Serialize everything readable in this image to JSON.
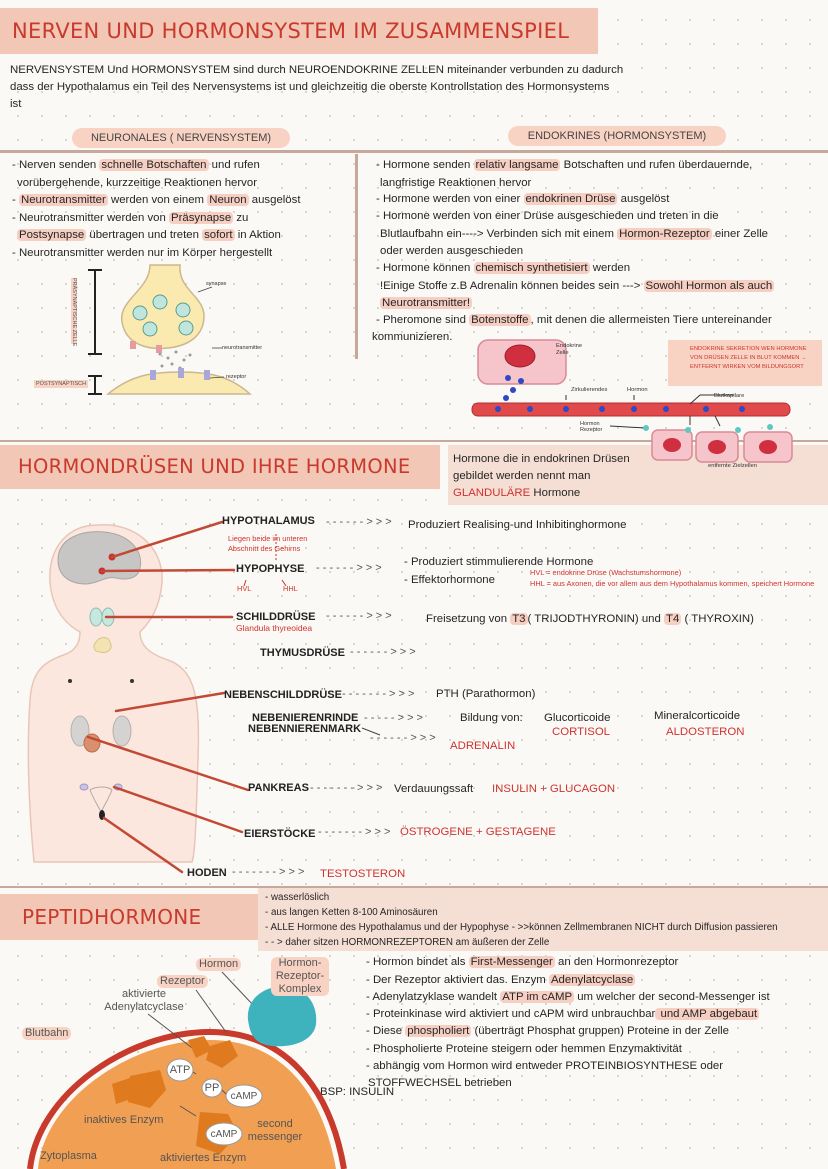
{
  "title_main": "NERVEN UND HORMONSYSTEM IM ZUSAMMENSPIEL",
  "intro": {
    "l1": "NERVENSYSTEM Und HORMONSYSTEM  sind durch NEUROENDOKRINE ZELLEN  miteinander verbunden zu dadurch",
    "l2": "dass der Hypothalamus ein Teil des Nervensystems ist und gleichzeitig die oberste Kontrollstation  des Hormonsystems",
    "l3": "ist"
  },
  "neuronal": {
    "header": "NEURONALES ( NERVENSYSTEM)",
    "l1_a": "- Nerven senden ",
    "l1_b": "schnelle Botschaften",
    "l1_c": " und rufen",
    "l2": "vorübergehende, kurzzeitige Reaktionen hervor",
    "l3_a": "- ",
    "l3_b": "Neurotransmitter",
    "l3_c": " werden von einem ",
    "l3_d": "Neuron",
    "l3_e": " ausgelöst",
    "l4_a": "- Neurotransmitter werden von ",
    "l4_b": "Präsynapse",
    "l4_c": " zu",
    "l5_a": "Postsynapse",
    "l5_b": " übertragen und treten ",
    "l5_c": "sofort",
    "l5_d": " in Aktion",
    "l6": "- Neurotransmitter werden nur im Körper hergestellt",
    "lbl_presyn": "PRÄSYNAPTISCHE ZELLE",
    "lbl_postsyn": "POSTSYNAPTISCH",
    "lbl_synapse": "synapse",
    "lbl_neurotrans": "neurotransmitter",
    "lbl_rezeptor": "rezeptor"
  },
  "endokrin": {
    "header": "ENDOKRINES (HORMONSYSTEM)",
    "l1_a": "- Hormone senden ",
    "l1_b": "relativ langsame",
    "l1_c": " Botschaften und rufen überdauernde,",
    "l2": "langfristige Reaktionen hervor",
    "l3_a": "- Hormone werden von einer ",
    "l3_b": "endokrinen Drüse",
    "l3_c": " ausgelöst",
    "l4": "- Hormone werden von einer Drüse ausgeschieden und treten in die",
    "l5_a": "Blutlaufbahn ein----> Verbinden sich mit einem ",
    "l5_b": "Hormon-Rezeptor",
    "l5_c": " einer Zelle",
    "l6": "oder werden ausgeschieden",
    "l7_a": "- Hormone können ",
    "l7_b": "chemisch synthetisiert",
    "l7_c": " werden",
    "l8_a": "!Einige Stoffe z.B Adrenalin können beides sein ---> ",
    "l8_b": "Sowohl Hormon als auch",
    "l9": "Neurotransmitter!",
    "l10_a": "- Pheromone sind ",
    "l10_b": "Botenstoffe",
    "l10_c": ", mit denen die allermeisten Tiere untereinander",
    "l11": "kommunizieren.",
    "lbl_endocrine_cell": "Endokrine Zelle",
    "lbl_zirkulierendes": "Zirkulierendes",
    "lbl_hormon": "Hormon",
    "lbl_rezeptor": "Hormon Rezeptor",
    "lbl_blutkapillare": "Blutkapilare",
    "lbl_zielzellen": "entfernte Zielzellen",
    "note": "ENDOKRINE SEKRETION WEN HORMONE VON DRÜSEN ZELLE IN BLUT KOMMEN → ENTFERNT WIRKEN VOM BILDUNGSORT"
  },
  "section2": {
    "title": "HORMONDRÜSEN UND IHRE HORMONE",
    "side": "Hormone die in endokrinen Drüsen gebildet werden nennt man",
    "side_red": "GLANDULÄRE",
    "side_end": "Hormone",
    "hypothalamus": "HYPOTHALAMUS",
    "hypothalamus_arrow": "- - - - - - > > >",
    "hypothalamus_text": "Produziert Realising-und Inhibitinghormone",
    "liegen": "Liegen beide im unteren Abschnitt des Gehirns",
    "hypophyse": "HYPOPHYSE",
    "hypophyse_arrow": "- - - - - - > > >",
    "hypophyse_t1": "- Produziert stimmulierende Hormone",
    "hypophyse_t2": "- Effektorhormone",
    "hvl": "HVL",
    "hhl": "HHL",
    "hvl_note": "HVL = endokrine Drüse (Wachstumshormone)",
    "hhl_note": "HHL = aus Axonen, die vor allem aus dem Hypothalamus kommen, speichert Hormone",
    "schilddruese": "SCHILDDRÜSE",
    "schilddruese_sub": "Glandula thyreoidea",
    "schilddruese_arrow": "- - - - - - > > >",
    "schilddruese_text": "Freisetzung von",
    "t3": "T3",
    "t3_text": "( TRIJODTHYRONIN) und",
    "t4": "T4",
    "t4_text": "( THYROXIN)",
    "thymus": "THYMUSDRÜSE",
    "thymus_arrow": "- - - - - - > > >",
    "nebenschild": "NEBENSCHILDDRÜSE",
    "nebenschild_arrow": "- - - - - - - > > >",
    "nebenschild_text": "PTH   (Parathormon)",
    "nnr": "NEBENIERENRINDE",
    "nnr_arrow": "- - - - - > > >",
    "nnr_text": "Bildung von:",
    "gluco": "Glucorticoide",
    "cortisol": "CORTISOL",
    "mineral": "Mineralcorticoide",
    "aldosteron": "ALDOSTERON",
    "nnm": "NEBENNIERENMARK",
    "nnm_arrow": "- - - - - - > > >",
    "adrenalin": "ADRENALIN",
    "pankreas": "PANKREAS",
    "pankreas_arrow": "- - - - - - - > > >",
    "pankreas_text": "Verdauungssaft",
    "pankreas_red": "INSULIN + GLUCAGON",
    "eierstoecke": "EIERSTÖCKE",
    "eierstoecke_arrow": "- - - - - - - > > >",
    "eierstoecke_red": "ÖSTROGENE + GESTAGENE",
    "hoden": "HODEN",
    "hoden_arrow": "- - - - - - - > > >",
    "hoden_red": "TESTOSTERON"
  },
  "section3": {
    "title": "PEPTIDHORMONE",
    "b1": "- wasserlöslich",
    "b2": "- aus langen Ketten 8-100 Aminosäuren",
    "b3": "- ALLE Hormone des Hypothalamus und der Hypophyse - >>können Zellmembranen NICHT durch Diffusion passieren",
    "b4": "- - > daher sitzen HORMONREZEPTOREN am äußeren der Zelle",
    "p1_a": "- Hormon bindet als ",
    "p1_b": "First-Messenger",
    "p1_c": " an den Hormonrezeptor",
    "p2_a": "- Der Rezeptor aktiviert das. Enzym ",
    "p2_b": "Adenylatcyclase",
    "p3_a": "-  Adenylatzyklase wandelt ",
    "p3_b": "ATP im cAMP",
    "p3_c": " um welcher der second-Messenger ist",
    "p4_a": "- Proteinkinase wird aktiviert und cAPM wird unbrauchbar",
    "p4_b": " und AMP abgebaut",
    "p5_a": "- Diese ",
    "p5_b": "phospholiert",
    "p5_c": " (überträgt Phosphat gruppen) Proteine in der Zelle",
    "p6": "- Phospholierte Proteine steigern oder hemmen Enzymaktivität",
    "p7": "- abhängig vom Hormon wird entweder PROTEINBIOSYNTHESE oder",
    "p8": "STOFFWECHSEL betrieben",
    "bsp": "BSP: INSULIN",
    "lbl_hormon": "Hormon",
    "lbl_rezeptor": "Rezeptor",
    "lbl_komplex": "Hormon- Rezeptor- Komplex",
    "lbl_aktivierte": "aktivierte Adenylatcyclase",
    "lbl_blutbahn": "Blutbahn",
    "lbl_atp": "ATP",
    "lbl_pp": "PP",
    "lbl_camp1": "cAMP",
    "lbl_camp2": "cAMP",
    "lbl_inaktiv": "inaktives Enzym",
    "lbl_second": "second messenger",
    "lbl_zytoplasma": "Zytoplasma",
    "lbl_aktiviert": "aktiviertes Enzym"
  }
}
